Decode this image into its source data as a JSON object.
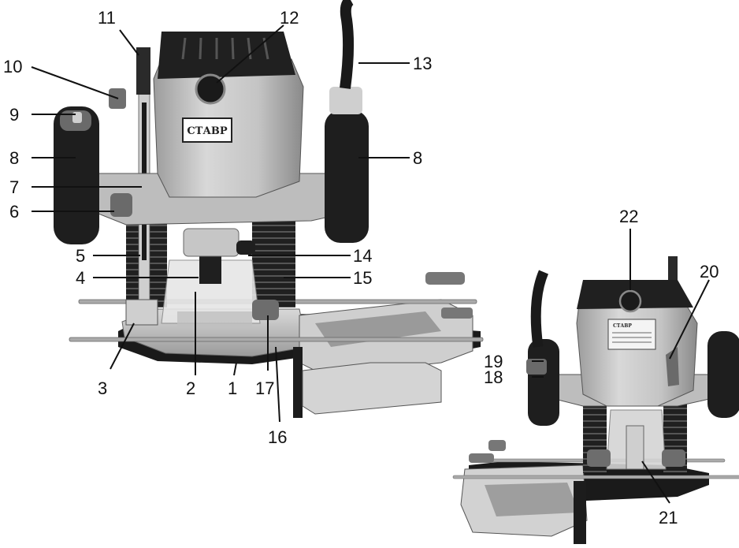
{
  "brand": "СТАВР",
  "callouts": [
    "1",
    "2",
    "3",
    "4",
    "5",
    "6",
    "7",
    "8",
    "8",
    "9",
    "10",
    "11",
    "12",
    "13",
    "14",
    "15",
    "16",
    "17",
    "18",
    "19",
    "20",
    "21",
    "22"
  ],
  "colors": {
    "ink": "#111111",
    "metal_light": "#cfcfcf",
    "metal_mid": "#a9a9a9",
    "rubber": "#1e1e1e",
    "base": "#bdbdbd"
  }
}
